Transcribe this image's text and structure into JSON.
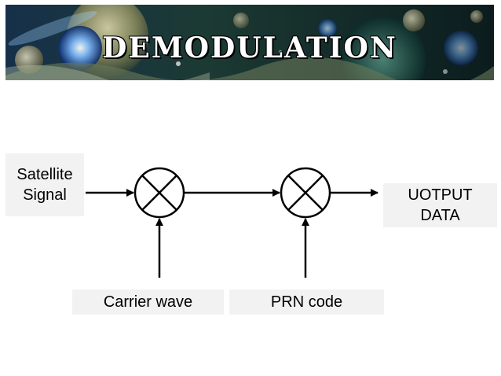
{
  "header": {
    "title": "DEMODULATION"
  },
  "diagram": {
    "input_label": "Satellite\nSignal",
    "output_label": "UOTPUT\nDATA",
    "mixer_1_reference": "Carrier wave",
    "mixer_2_reference": "PRN code"
  },
  "colors": {
    "banner_dark": "#0b1a1c",
    "label_background": "#f2f2f2",
    "line": "#000000"
  }
}
